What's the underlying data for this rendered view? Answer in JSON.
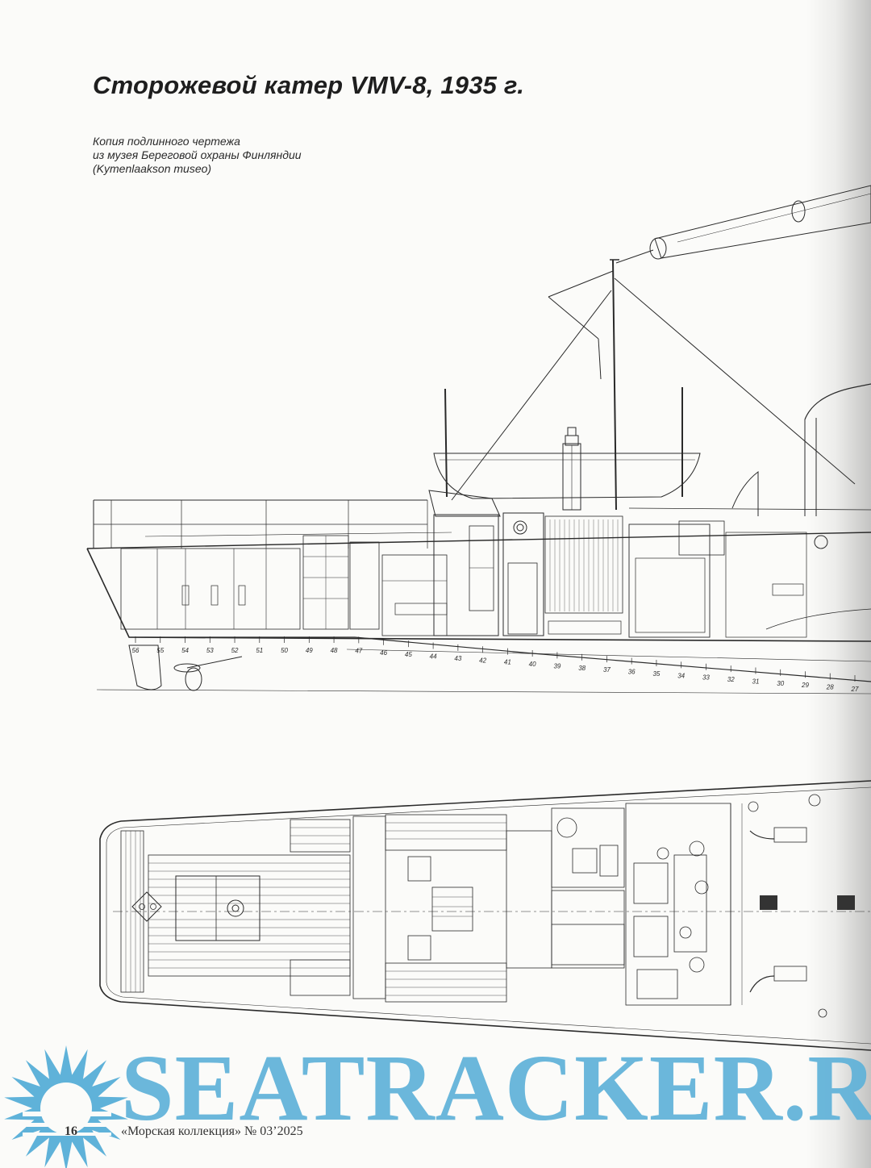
{
  "article": {
    "title": "Сторожевой катер VMV-8, 1935 г.",
    "caption_lines": [
      "Копия подлинного чертежа",
      "из музея Береговой охраны Финляндии",
      "(Kymenlaakson museo)"
    ]
  },
  "drawing": {
    "frame_numbers": [
      "56",
      "55",
      "54",
      "53",
      "52",
      "51",
      "50",
      "49",
      "48",
      "47",
      "46",
      "45",
      "44",
      "43",
      "42",
      "41",
      "40",
      "39",
      "38",
      "37",
      "36",
      "35",
      "34",
      "33",
      "32",
      "31",
      "30",
      "29",
      "28",
      "27"
    ]
  },
  "footer": {
    "page_number": "16",
    "magazine": "«Морская коллекция» № 03’2025"
  },
  "watermark": {
    "text": "SEATRACKER.RU",
    "color": "#5fb2d9"
  }
}
